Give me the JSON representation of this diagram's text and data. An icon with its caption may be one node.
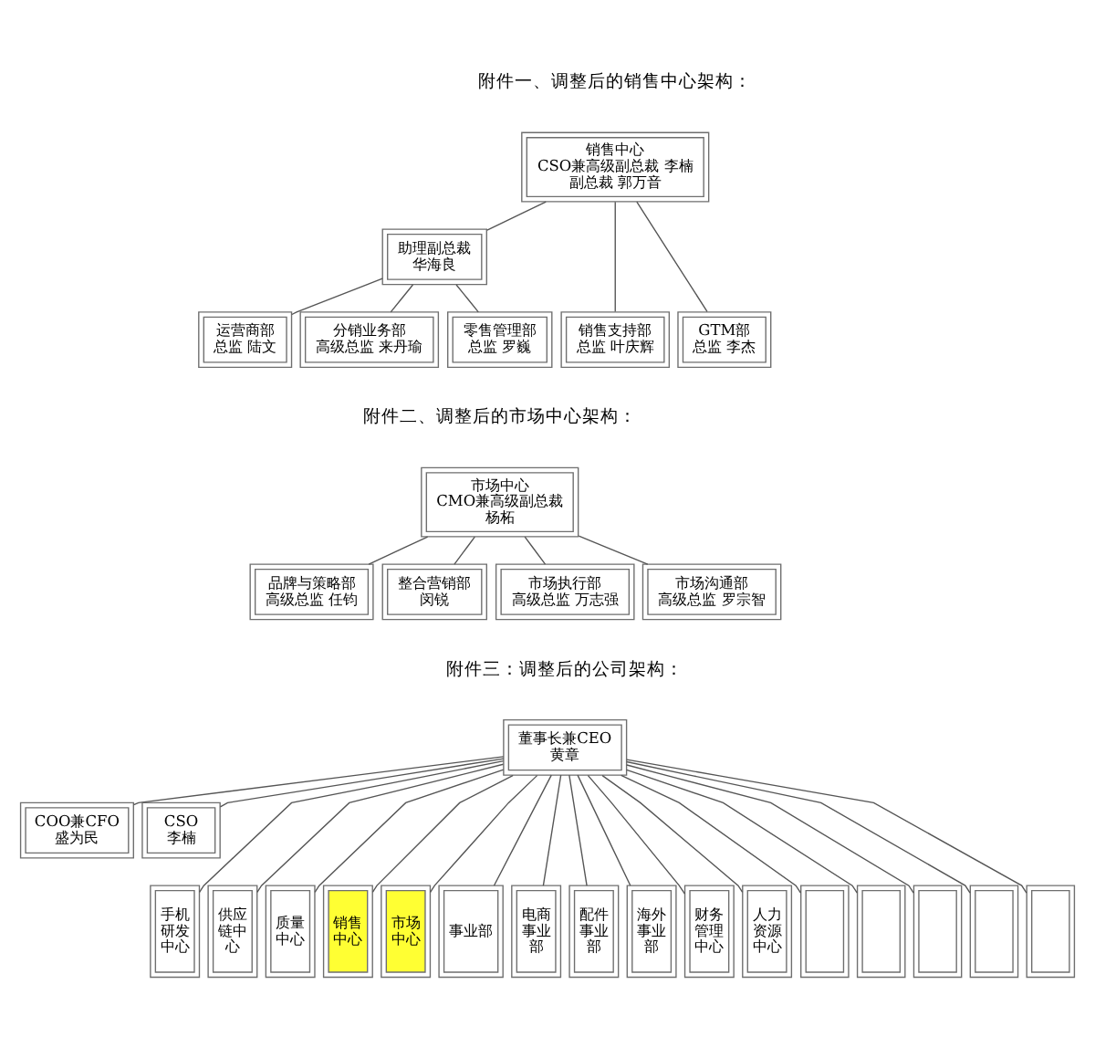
{
  "diagram": {
    "nodes": [
      {
        "text": [
          "销售中心",
          "CSO兼高级副总裁 李楠",
          "副总裁 郭万音"
        ]
      },
      {
        "text": [
          "助理副总裁",
          "华海良"
        ]
      },
      {
        "text": [
          "运营商部",
          "总监 陆文"
        ]
      },
      {
        "text": [
          "分销业务部",
          "高级总监 来丹瑜"
        ]
      },
      {
        "text": [
          "零售管理部",
          "总监 罗巍"
        ]
      },
      {
        "text": [
          "销售支持部",
          "总监 叶庆辉"
        ]
      },
      {
        "text": [
          "GTM部",
          "总监 李杰"
        ]
      },
      {
        "text": [
          "市场中心",
          "CMO兼高级副总裁",
          "杨柘"
        ]
      },
      {
        "text": [
          "品牌与策略部",
          "高级总监 任钧"
        ]
      },
      {
        "text": [
          "整合营销部",
          "闵锐"
        ]
      },
      {
        "text": [
          "市场执行部",
          "高级总监 万志强"
        ]
      },
      {
        "text": [
          "市场沟通部",
          "高级总监 罗宗智"
        ]
      },
      {
        "text": [
          "董事长兼CEO",
          "黄章"
        ]
      },
      {
        "text": [
          "COO兼CFO",
          "盛为民"
        ]
      },
      {
        "text": [
          "CSO",
          "李楠"
        ]
      },
      {
        "text": [
          "手机研发中心"
        ]
      },
      {
        "text": [
          "供应链中心"
        ]
      },
      {
        "text": [
          "质量中心"
        ]
      },
      {
        "text": [
          "销售中心"
        ]
      },
      {
        "text": [
          "市场中心"
        ]
      },
      {
        "text": [
          "事业部"
        ]
      },
      {
        "text": [
          "电商事业部"
        ]
      },
      {
        "text": [
          "配件事业部"
        ]
      },
      {
        "text": [
          "海外事业部"
        ]
      },
      {
        "text": [
          "财务管理中心"
        ]
      },
      {
        "text": [
          "人力资源中心"
        ]
      },
      {
        "text": [],
        "shape": "box"
      },
      {
        "text": [],
        "shape": "box"
      },
      {
        "text": [],
        "shape": "box"
      },
      {
        "text": [],
        "shape": "box"
      },
      {
        "text": [],
        "shape": "box"
      }
    ],
    "edges": [
      {
        "from": 0,
        "to": 1,
        "arrow": "none"
      },
      {
        "from": 0,
        "to": 5,
        "arrow": "none"
      },
      {
        "from": 0,
        "to": 6,
        "arrow": "none"
      },
      {
        "from": 1,
        "to": 2,
        "arrow": "none"
      },
      {
        "from": 1,
        "to": 3,
        "arrow": "none"
      },
      {
        "from": 1,
        "to": 4,
        "arrow": "none"
      },
      {
        "from": 7,
        "to": 8,
        "arrow": "none"
      },
      {
        "from": 7,
        "to": 9,
        "arrow": "none"
      },
      {
        "from": 7,
        "to": 10,
        "arrow": "none"
      },
      {
        "from": 7,
        "to": 11,
        "arrow": "none"
      },
      {
        "from": 12,
        "to": 13,
        "arrow": "none"
      },
      {
        "from": 12,
        "to": 14,
        "arrow": "none"
      },
      {
        "from": 12,
        "to": 15,
        "arrow": "none"
      },
      {
        "from": 12,
        "to": 16,
        "arrow": "none"
      },
      {
        "from": 12,
        "to": 17,
        "arrow": "none"
      },
      {
        "from": 12,
        "to": 18,
        "arrow": "none"
      },
      {
        "from": 12,
        "to": 19,
        "arrow": "none"
      },
      {
        "from": 12,
        "to": 20,
        "arrow": "none"
      },
      {
        "from": 12,
        "to": 21,
        "arrow": "none"
      },
      {
        "from": 12,
        "to": 22,
        "arrow": "none"
      },
      {
        "from": 12,
        "to": 23,
        "arrow": "none"
      },
      {
        "from": 12,
        "to": 24,
        "arrow": "none"
      },
      {
        "from": 12,
        "to": 25,
        "arrow": "none"
      },
      {
        "from": 12,
        "to": 26,
        "arrow": "none"
      },
      {
        "from": 12,
        "to": 27,
        "arrow": "none"
      },
      {
        "from": 12,
        "to": 28,
        "arrow": "none"
      },
      {
        "from": 12,
        "to": 29,
        "arrow": "none"
      },
      {
        "from": 12,
        "to": 30,
        "arrow": "none"
      }
    ],
    "labels": [
      "附件一、调整后的销售中心架构：",
      "附件二、调整后的市场中心架构：",
      "附件三：调整后的公司架构："
    ]
  }
}
